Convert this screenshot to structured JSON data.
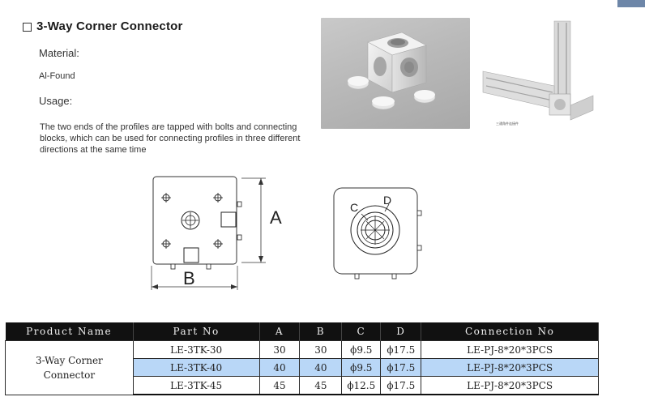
{
  "header": {
    "title": "3-Way Corner Connector",
    "material_label": "Material:",
    "material_value": "Al-Found",
    "usage_label": "Usage:",
    "usage_text": "The two ends of the profiles are tapped with bolts and connecting blocks, which can be used for connecting profiles in three different directions at the same time"
  },
  "photos": {
    "frame_caption": "三通角件连接件"
  },
  "drawing": {
    "label_a": "A",
    "label_b": "B",
    "label_c": "C",
    "label_d": "D"
  },
  "table": {
    "headers": [
      "Product Name",
      "Part No",
      "A",
      "B",
      "C",
      "D",
      "Connection No"
    ],
    "product_name_line1": "3-Way Corner",
    "product_name_line2": "Connector",
    "rows": [
      {
        "part_no": "LE-3TK-30",
        "a": "30",
        "b": "30",
        "c": "ϕ9.5",
        "d": "ϕ17.5",
        "connection": "LE-PJ-8*20*3PCS",
        "highlighted": false
      },
      {
        "part_no": "LE-3TK-40",
        "a": "40",
        "b": "40",
        "c": "ϕ9.5",
        "d": "ϕ17.5",
        "connection": "LE-PJ-8*20*3PCS",
        "highlighted": true
      },
      {
        "part_no": "LE-3TK-45",
        "a": "45",
        "b": "45",
        "c": "ϕ12.5",
        "d": "ϕ17.5",
        "connection": "LE-PJ-8*20*3PCS",
        "highlighted": false
      }
    ]
  },
  "colors": {
    "header_bg": "#111111",
    "highlight_row": "#b9d7f7",
    "corner_tab": "#6d86a8"
  }
}
